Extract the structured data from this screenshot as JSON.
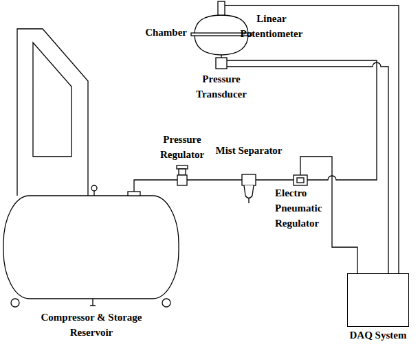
{
  "diagram": {
    "nodes": [
      {
        "text": [
          "DAQ System"
        ]
      }
    ],
    "labels": [
      "Linear Potentiometer",
      "Chamber",
      "Pressure Transducer",
      "Pressure Regulator",
      "Mist Separator",
      "Electro Pneumatic Regulator",
      "Compressor & Storage Reservoir"
    ]
  }
}
